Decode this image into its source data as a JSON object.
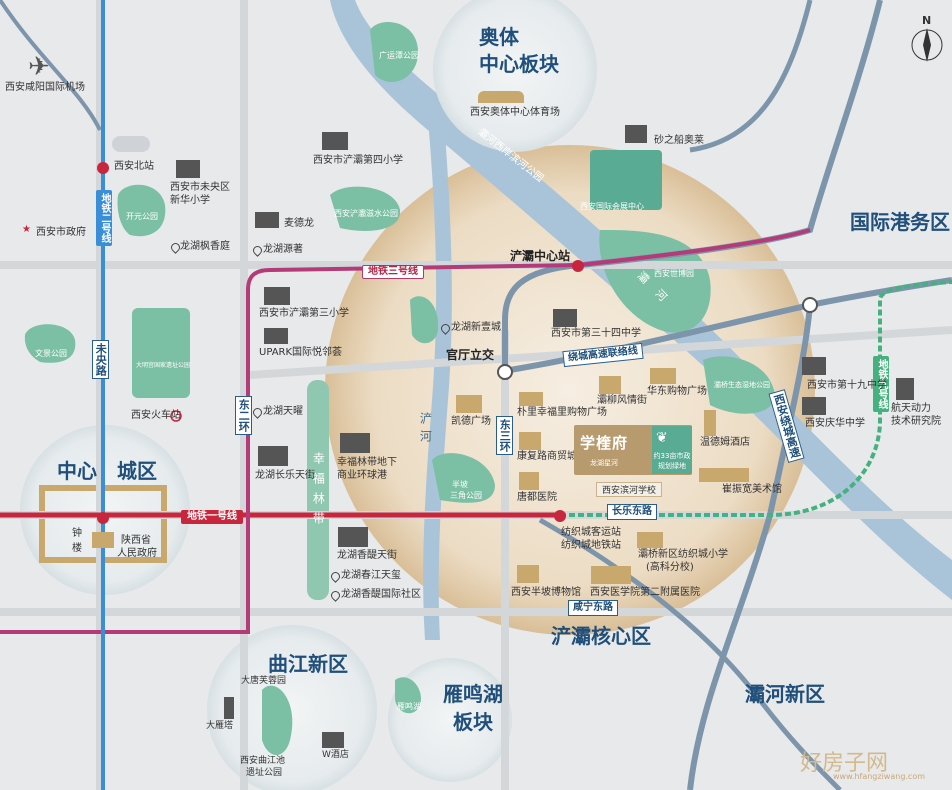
{
  "districts": {
    "aoti": "奥体\n中心板块",
    "aoti_1": "奥体",
    "aoti_2": "中心板块",
    "port": "国际港务区",
    "center_1": "中心",
    "center_2": "城区",
    "chanba_core": "浐灞核心区",
    "qujiang": "曲江新区",
    "yanming_1": "雁鸣湖",
    "yanming_2": "板块",
    "bahe": "灞河新区"
  },
  "roads": {
    "weiyang": "未央路",
    "dong2": "东二环",
    "dong3": "东三环",
    "guanting": "官厅立交",
    "raocheng": "绕城高速联络线",
    "xiyan": "西安绕城高速",
    "changle": "长乐东路",
    "xianning": "咸宁东路",
    "bahe_road": "灞河西岸滨河公园",
    "chanhe": "浐河",
    "bahe_river": "灞河",
    "xingfu": "幸福林带"
  },
  "metro": {
    "line1": "地铁一号线",
    "line2": "地铁二号线",
    "line3": "地铁三号线",
    "line9": "地铁九号线"
  },
  "stations": {
    "xian_north": "西安北站",
    "chanba_center": "浐灞中心站",
    "train": "西安火车站",
    "city_gov": "西安市政府",
    "airport": "西安咸阳国际机场"
  },
  "pois": {
    "aoti_stadium": "西安奥体中心体育场",
    "guangyun": "广运潭公园",
    "ship": "砂之船奥莱",
    "chanba4": "西安市浐灞第四小学",
    "weiyang_xinhua": "西安市未央区\n新华小学",
    "weiyang_xinhua_1": "西安市未央区",
    "weiyang_xinhua_2": "新华小学",
    "kaiyuan": "开元公园",
    "mcd": "麦德龙",
    "chanba_wetland": "西安浐灞滋水公园",
    "longhu_fengxiang": "龙湖枫香庭",
    "longhu_yuanzhu": "龙湖源著",
    "intl_conf": "西安国际会展中心",
    "expo": "西安世博园",
    "chanba3": "西安市浐灞第三小学",
    "upark": "UPARK国际悦邻荟",
    "longhu_xinhu": "龙湖新壹城",
    "daming": "大明宫国家遗址公园",
    "wenjing": "文景公园",
    "chanba34": "西安市第三十四中学",
    "bahe_wetland": "灞桥生态湿地公园",
    "no19": "西安市第十九中学",
    "qinghua": "西安庆华中学",
    "aerospace": "航天动力\n技术研究院",
    "aerospace_1": "航天动力",
    "aerospace_2": "技术研究院",
    "longhu_tianyao": "龙湖天曜",
    "kaide": "凯德广场",
    "piao": "朴里幸福里购物广场",
    "bahe_fengqing": "灞柳风情街",
    "huadong": "华东购物广场",
    "wendemu": "温德姆酒店",
    "changtian": "龙湖长乐天街",
    "xingfu_mall": "幸福林带地下\n商业环球港",
    "xingfu_mall_1": "幸福林带地下",
    "xingfu_mall_2": "商业环球港",
    "kangfu": "康复路商贸城",
    "banpo": "半坡\n三角公园",
    "banpo_1": "半坡",
    "banpo_2": "三角公园",
    "tangdu": "唐都医院",
    "binhe_school": "西安滨河学校",
    "cuizhen": "崔振宽美术馆",
    "drum": "钟\n楼",
    "drum_1": "钟",
    "drum_2": "楼",
    "shaanxi_gov": "陕西省\n人民政府",
    "shaanxi_gov_1": "陕西省",
    "shaanxi_gov_2": "人民政府",
    "xiangmeng": "龙湖香醍天街",
    "chunjiang": "龙湖春江天玺",
    "xiangti_intl": "龙湖香醍国际社区",
    "fangzhi_bus": "纺织城客运站\n纺织城地铁站",
    "fangzhi_bus_1": "纺织城客运站",
    "fangzhi_bus_2": "纺织城地铁站",
    "fangzhi_school": "灞桥新区纺织城小学\n(高科分校)",
    "fangzhi_school_1": "灞桥新区纺织城小学",
    "fangzhi_school_2": "(高科分校)",
    "banpo_museum": "西安半坡博物馆",
    "med2": "西安医学院第二附属医院",
    "datang": "大唐芙蓉园",
    "dayan": "大雁塔",
    "qujiang_park": "西安曲江池\n遗址公园",
    "qujiang_park_1": "西安曲江池",
    "qujiang_park_2": "遗址公园",
    "w_hotel": "W酒店",
    "yanming_park": "雁鸣湖"
  },
  "project": {
    "name": "学楏府",
    "sub": "龙湖星河",
    "green": "约33亩市政\n规划绿地",
    "green_1": "约33亩市政",
    "green_2": "规划绿地"
  },
  "compass": "N",
  "watermark": {
    "text": "好房子网",
    "url": "www.hfangziwang.com"
  },
  "colors": {
    "metro_line1": "#c8263c",
    "metro_line3": "#b43a78",
    "metro_line2": "#3a8ed8",
    "metro_line9": "#45b17e",
    "river": "#8fb4d0",
    "green": "#7bbfa4",
    "district_text": "#1f4f7a",
    "brand": "#b79a6e"
  }
}
